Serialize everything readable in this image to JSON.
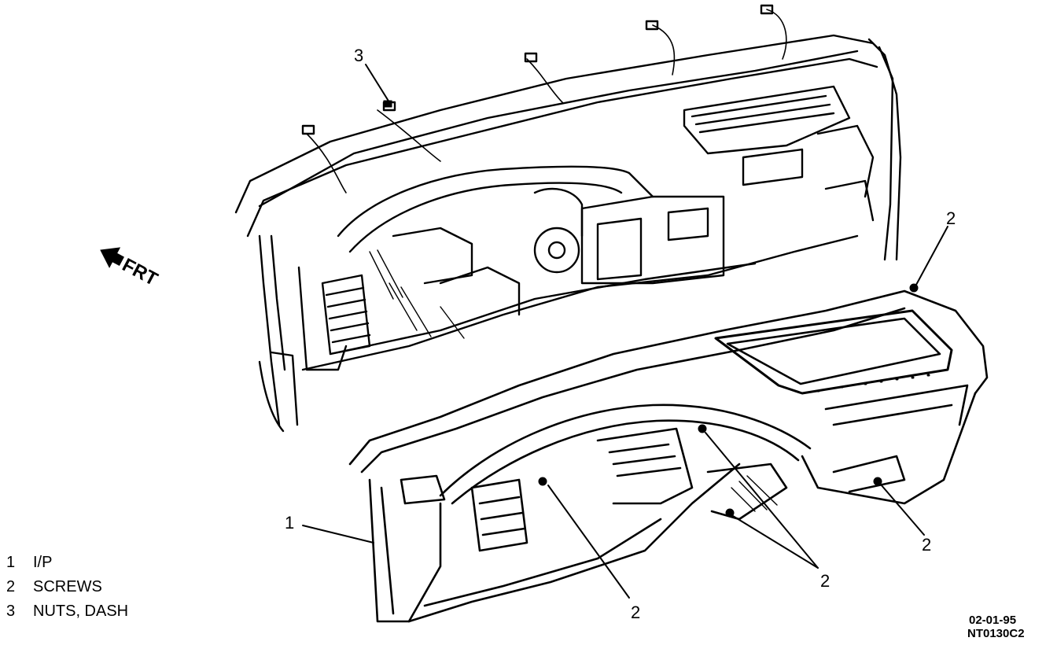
{
  "callouts": {
    "nuts_top": "3",
    "ip": "1",
    "screw_upper_right": "2",
    "screw_lower_left": "2",
    "screw_lower_center": "2",
    "screw_lower_right": "2"
  },
  "direction": {
    "label": "FRT"
  },
  "legend": [
    {
      "num": "1",
      "text": "I/P"
    },
    {
      "num": "2",
      "text": "SCREWS"
    },
    {
      "num": "3",
      "text": "NUTS, DASH"
    }
  ],
  "figure_code": {
    "date": "02-01-95",
    "id": "NT0130C2"
  }
}
